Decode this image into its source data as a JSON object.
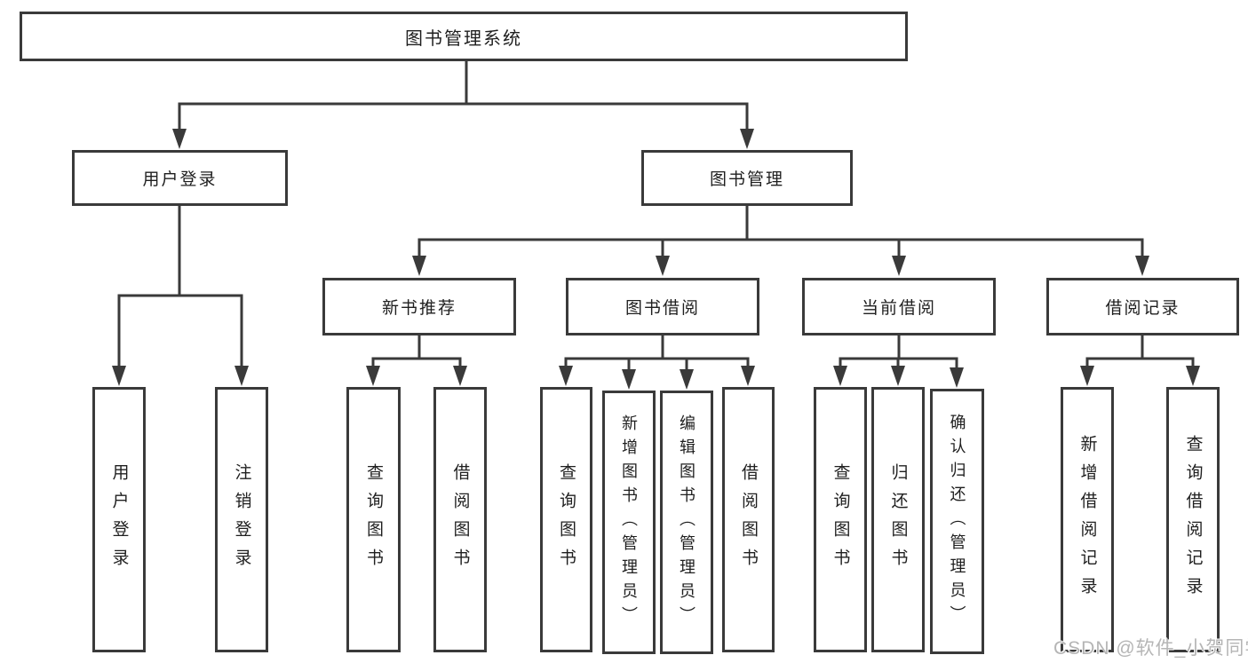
{
  "tree": {
    "label": "图书管理系统",
    "children": [
      {
        "label": "用户登录",
        "children": [
          {
            "label": "用户登录"
          },
          {
            "label": "注销登录"
          }
        ]
      },
      {
        "label": "图书管理",
        "children": [
          {
            "label": "新书推荐",
            "children": [
              {
                "label": "查询图书"
              },
              {
                "label": "借阅图书"
              }
            ]
          },
          {
            "label": "图书借阅",
            "children": [
              {
                "label": "查询图书"
              },
              {
                "label": "新增图书（管理员）"
              },
              {
                "label": "编辑图书（管理员）"
              },
              {
                "label": "借阅图书"
              }
            ]
          },
          {
            "label": "当前借阅",
            "children": [
              {
                "label": "查询图书"
              },
              {
                "label": "归还图书"
              },
              {
                "label": "确认归还（管理员）"
              }
            ]
          },
          {
            "label": "借阅记录",
            "children": [
              {
                "label": "新增借阅记录"
              },
              {
                "label": "查询借阅记录"
              }
            ]
          }
        ]
      }
    ]
  },
  "watermark": {
    "text": "CSDN @软件_小贺同学"
  },
  "colors": {
    "line": "#3a3a3a",
    "box_border": "#3a3a3a",
    "box_fill": "#ffffff",
    "text": "#1f1f1f",
    "watermark": "#b5b5b5",
    "background": "#ffffff"
  }
}
